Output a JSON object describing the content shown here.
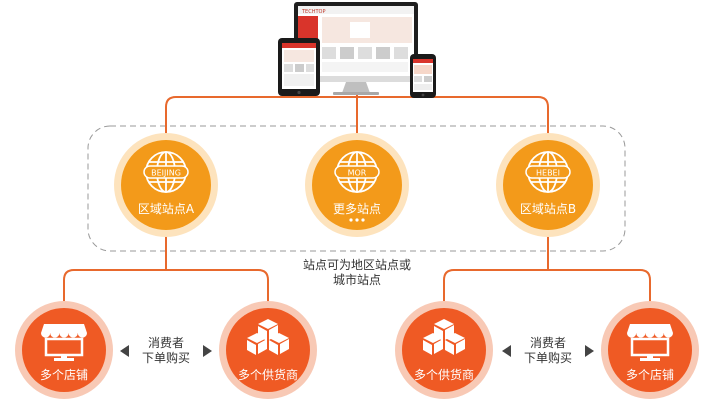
{
  "colors": {
    "line": "#e8692d",
    "node_outer": "#fde3bd",
    "node_inner": "#f39a1a",
    "leaf_outer": "#f8c9b5",
    "leaf_inner": "#ef5a24",
    "text_dark": "#333333",
    "dash": "#999999"
  },
  "devices": {
    "monitor_logo": "TECHTOP",
    "icon": "multi-device-icon"
  },
  "sites": [
    {
      "badge": "BEIJING",
      "label": "区域站点A",
      "icon": "globe-icon"
    },
    {
      "badge": "MOR",
      "label": "更多站点",
      "icon": "globe-icon"
    },
    {
      "badge": "HEBEI",
      "label": "区域站点B",
      "icon": "globe-icon"
    }
  ],
  "site_note": [
    "站点可为地区站点或",
    "城市站点"
  ],
  "groups": [
    {
      "left": {
        "label": "多个店铺",
        "icon": "storefront-icon"
      },
      "right": {
        "label": "多个供货商",
        "icon": "boxes-icon"
      },
      "middle": [
        "消费者",
        "下单购买"
      ]
    },
    {
      "left": {
        "label": "多个供货商",
        "icon": "boxes-icon"
      },
      "right": {
        "label": "多个店铺",
        "icon": "storefront-icon"
      },
      "middle": [
        "消费者",
        "下单购买"
      ]
    }
  ]
}
